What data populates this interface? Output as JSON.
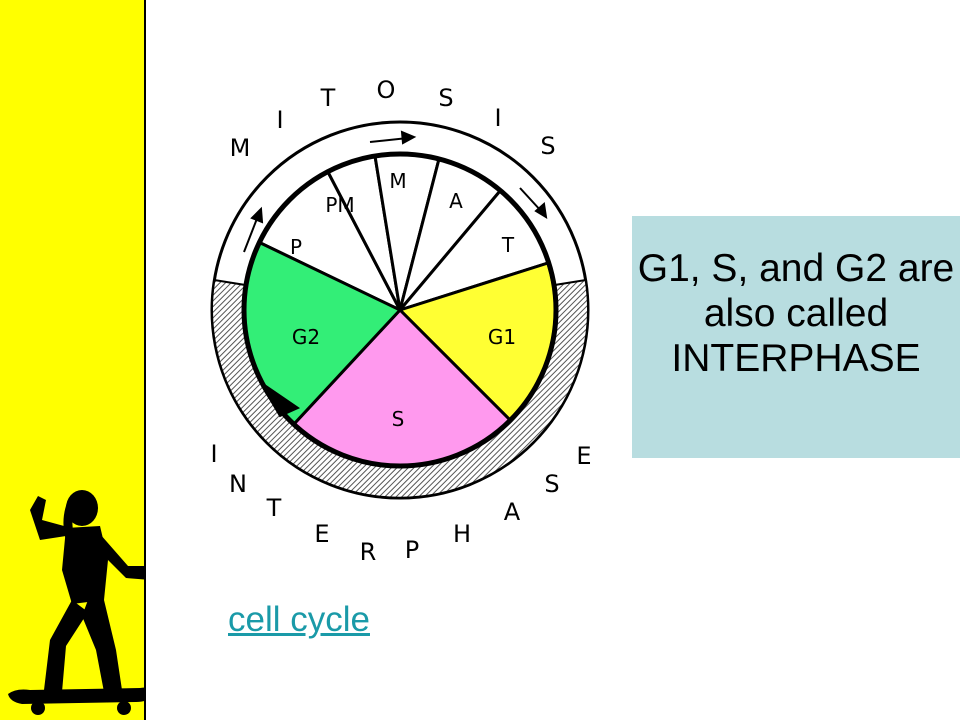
{
  "outer_ring": {
    "top_letters": [
      "M",
      "I",
      "T",
      "O",
      "S",
      "I",
      "S"
    ],
    "bottom_letters": [
      "I",
      "N",
      "T",
      "E",
      "R",
      "P",
      "H",
      "A",
      "S",
      "E"
    ]
  },
  "phases": {
    "p": "P",
    "pm": "PM",
    "m": "M",
    "a": "A",
    "t": "T",
    "g1": "G1",
    "s": "S",
    "g2": "G2"
  },
  "colors": {
    "sidebar": "#ffff00",
    "g1": "#ffff33",
    "s": "#ff99ee",
    "g2": "#33ee77",
    "info_box": "#b8dde0",
    "link": "#1a9aa8"
  },
  "info_box": {
    "text": "G1, S, and G2 are also called INTERPHASE"
  },
  "link": {
    "label": "cell cycle"
  }
}
